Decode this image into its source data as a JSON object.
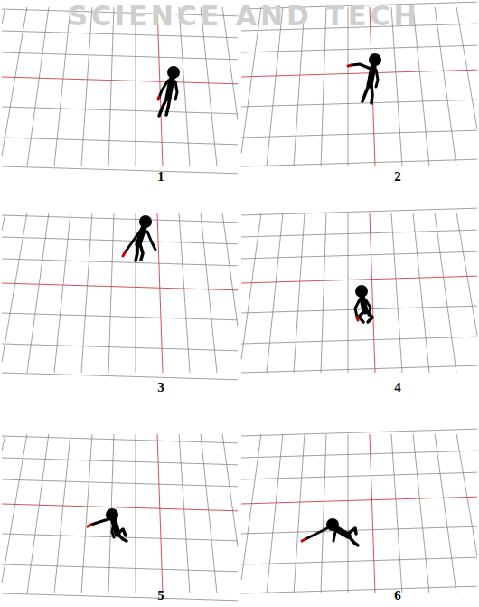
{
  "diagram": {
    "labels": [
      "SCIENCE AND TECH",
      "1",
      "2",
      "3",
      "4",
      "5",
      "6"
    ]
  }
}
